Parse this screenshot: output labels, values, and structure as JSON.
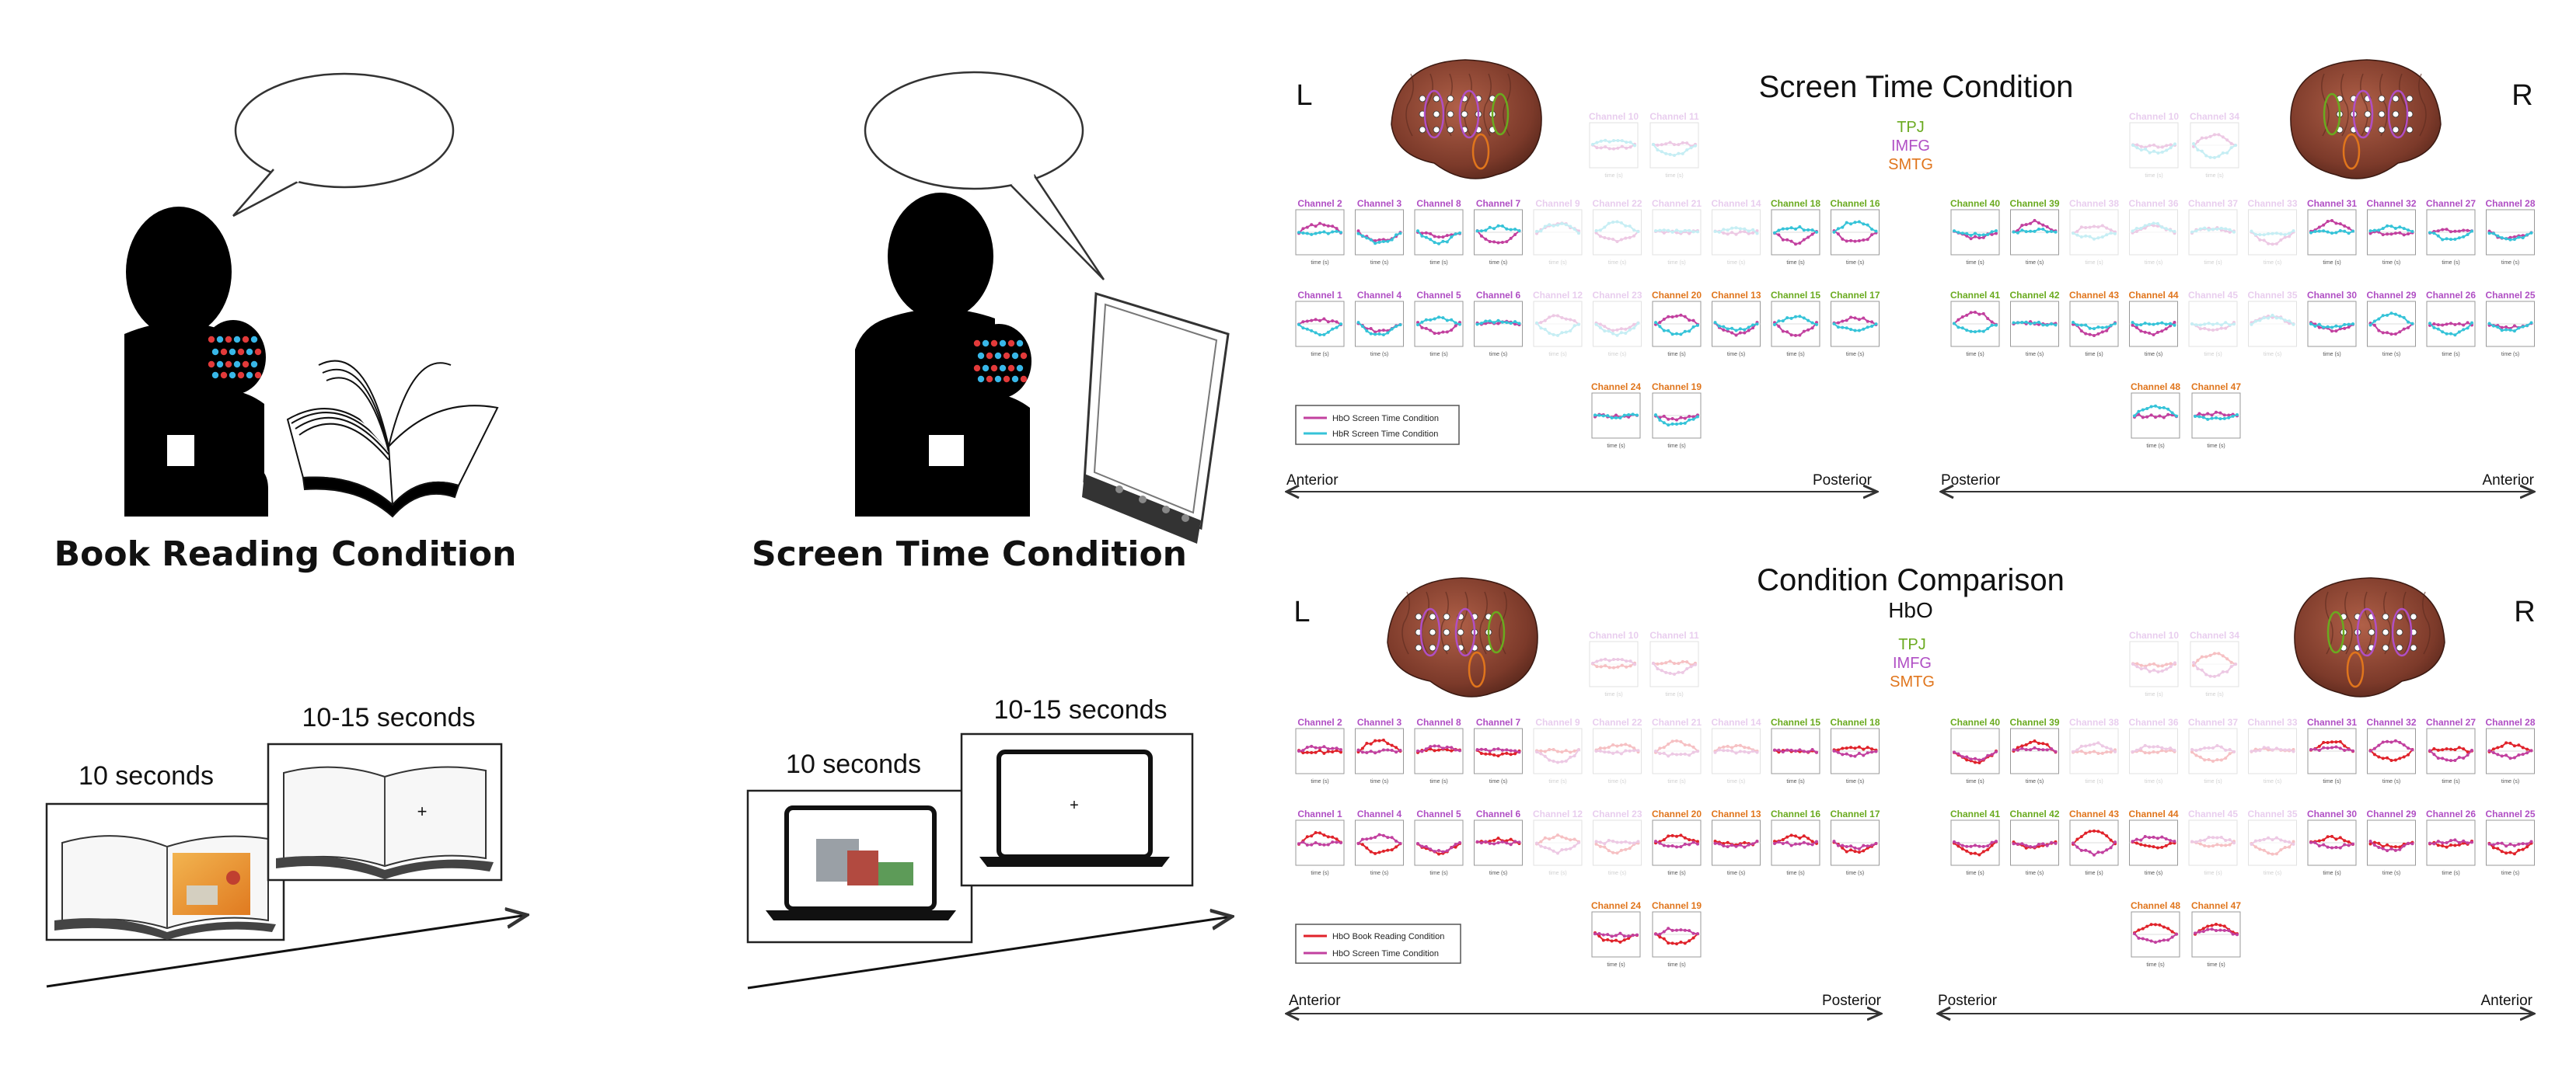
{
  "left_panel": {
    "book": {
      "title": "Book Reading Condition",
      "stim_duration": "10 seconds",
      "rest_duration": "10-15 seconds"
    },
    "screen": {
      "title": "Screen Time Condition",
      "stim_duration": "10 seconds",
      "rest_duration": "10-15 seconds"
    }
  },
  "top_figure": {
    "title": "Screen Time Condition",
    "left_hemisphere": "L",
    "right_hemisphere": "R",
    "legend_regions": [
      {
        "label": "TPJ",
        "color": "#6aaa1f"
      },
      {
        "label": "IMFG",
        "color": "#b04fc4"
      },
      {
        "label": "SMTG",
        "color": "#e0751c"
      }
    ],
    "left_rows": [
      [
        "Channel 2",
        "Channel 3",
        "Channel 8",
        "Channel 7",
        "Channel 9",
        "Channel 22",
        "Channel 21",
        "Channel 14",
        "Channel 18",
        "Channel 16"
      ],
      [
        "Channel 1",
        "Channel 4",
        "Channel 5",
        "Channel 6",
        "Channel 12",
        "Channel 23",
        "Channel 20",
        "Channel 13",
        "Channel 15",
        "Channel 17"
      ],
      [
        "Channel 24",
        "Channel 19"
      ]
    ],
    "left_top_faded": [
      "Channel 10",
      "Channel 11"
    ],
    "right_rows": [
      [
        "Channel 40",
        "Channel 39",
        "Channel 38",
        "Channel 36",
        "Channel 37",
        "Channel 33",
        "Channel 31",
        "Channel 32",
        "Channel 27",
        "Channel 28"
      ],
      [
        "Channel 41",
        "Channel 42",
        "Channel 43",
        "Channel 44",
        "Channel 45",
        "Channel 35",
        "Channel 30",
        "Channel 29",
        "Channel 26",
        "Channel 25"
      ],
      [
        "Channel 48",
        "Channel 47"
      ]
    ],
    "right_top_faded": [
      "Channel 10",
      "Channel 34"
    ],
    "legend_series": [
      "HbO Screen Time Condition",
      "HbR Screen Time Condition"
    ],
    "axis_left": {
      "start": "Anterior",
      "end": "Posterior"
    },
    "axis_right": {
      "start": "Posterior",
      "end": "Anterior"
    },
    "x_label": "time (s)"
  },
  "bottom_figure": {
    "title": "Condition Comparison",
    "subtitle": "HbO",
    "left_hemisphere": "L",
    "right_hemisphere": "R",
    "legend_regions": [
      {
        "label": "TPJ",
        "color": "#6aaa1f"
      },
      {
        "label": "IMFG",
        "color": "#b04fc4"
      },
      {
        "label": "SMTG",
        "color": "#e0751c"
      }
    ],
    "left_rows": [
      [
        "Channel 2",
        "Channel 3",
        "Channel 8",
        "Channel 7",
        "Channel 9",
        "Channel 22",
        "Channel 21",
        "Channel 14",
        "Channel 15",
        "Channel 18"
      ],
      [
        "Channel 1",
        "Channel 4",
        "Channel 5",
        "Channel 6",
        "Channel 12",
        "Channel 23",
        "Channel 20",
        "Channel 13",
        "Channel 16",
        "Channel 17"
      ],
      [
        "Channel 24",
        "Channel 19"
      ]
    ],
    "left_top_faded": [
      "Channel 10",
      "Channel 11"
    ],
    "right_rows": [
      [
        "Channel 40",
        "Channel 39",
        "Channel 38",
        "Channel 36",
        "Channel 37",
        "Channel 33",
        "Channel 31",
        "Channel 32",
        "Channel 27",
        "Channel 28"
      ],
      [
        "Channel 41",
        "Channel 42",
        "Channel 43",
        "Channel 44",
        "Channel 45",
        "Channel 35",
        "Channel 30",
        "Channel 29",
        "Channel 26",
        "Channel 25"
      ],
      [
        "Channel 48",
        "Channel 47"
      ]
    ],
    "right_top_faded": [
      "Channel 10",
      "Channel 34"
    ],
    "legend_series": [
      "HbO Book Reading Condition",
      "HbO Screen Time Condition"
    ],
    "axis_left": {
      "start": "Anterior",
      "end": "Posterior"
    },
    "axis_right": {
      "start": "Posterior",
      "end": "Anterior"
    },
    "x_label": "time (s)"
  },
  "colors": {
    "hbo_screen": "#c2409f",
    "hbr_screen": "#35c3d8",
    "hbo_book": "#e0222a",
    "tpj": "#6aaa1f",
    "imfg": "#b04fc4",
    "smtg": "#e0751c",
    "brain": "#8a4030"
  }
}
